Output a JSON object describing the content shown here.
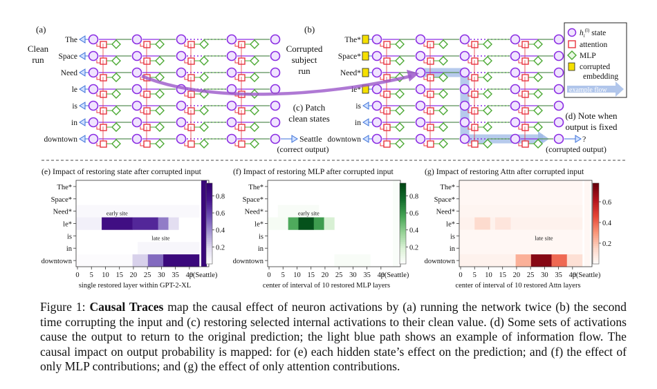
{
  "diagram": {
    "panel_a": {
      "label": "(a)",
      "title_line1": "Clean",
      "title_line2": "run",
      "output_text": "Seattle",
      "output_note": "(correct output)"
    },
    "panel_b": {
      "label": "(b)",
      "title_line1": "Corrupted",
      "title_line2": "subject",
      "title_line3": "run",
      "output_text": "?",
      "output_note": "(corrupted output)"
    },
    "panel_c": {
      "line1": "(c) Patch",
      "line2": "clean states"
    },
    "panel_d": {
      "line1": "(d) Note when",
      "line2": "output is fixed"
    },
    "clean_tokens": [
      "The",
      "Space",
      "Need",
      "le",
      "is",
      "in",
      "downtown"
    ],
    "corrupt_tokens": [
      "The*",
      "Space*",
      "Need*",
      "le*",
      "is",
      "in",
      "downtown"
    ],
    "legend": {
      "state": "state",
      "state_symbol": "h",
      "state_sub": "i",
      "state_sup": "(l)",
      "attention": "attention",
      "mlp": "MLP",
      "corrupted_line1": "corrupted",
      "corrupted_line2": "embedding",
      "flow": "example flow"
    },
    "colors": {
      "state": "#8a2be2",
      "state_fill": "#f0e4ff",
      "attention": "#e8333f",
      "mlp": "#4aa832",
      "corrupted": "#f5e000",
      "flow": "#9db8e6",
      "patch_arrow": "#9b57c9",
      "token_arrow": "#3a6fd8"
    }
  },
  "chart_data": [
    {
      "type": "heatmap",
      "title": "(e) Impact of restoring state after corrupted input",
      "xlabel": "single restored layer within GPT-2-XL",
      "rows": [
        "The*",
        "Space*",
        "Need*",
        "le*",
        "is",
        "in",
        "downtown"
      ],
      "xticks": [
        "0",
        "5",
        "10",
        "15",
        "20",
        "25",
        "30",
        "35",
        "40"
      ],
      "xticks_extra": "p(Seattle)",
      "colorbar_ticks": [
        "0.8",
        "0.6",
        "0.4",
        "0.2"
      ],
      "colorbar_values": [
        0.8,
        0.6,
        0.4,
        0.2
      ],
      "range": [
        0,
        0.95
      ],
      "annotations": [
        {
          "text": "early site",
          "row": 3,
          "col": 16
        },
        {
          "text": "late site",
          "row": 5,
          "col": 33
        }
      ],
      "colormap": "purples",
      "blocks": [
        {
          "row": 2,
          "from": 0,
          "to": 48,
          "value": 0.04
        },
        {
          "row": 3,
          "from": 0,
          "to": 10,
          "value": 0.08
        },
        {
          "row": 3,
          "from": 10,
          "to": 22,
          "value": 0.82
        },
        {
          "row": 3,
          "from": 22,
          "to": 32,
          "value": 0.7
        },
        {
          "row": 3,
          "from": 32,
          "to": 36,
          "value": 0.45
        },
        {
          "row": 3,
          "from": 36,
          "to": 40,
          "value": 0.18
        },
        {
          "row": 5,
          "from": 24,
          "to": 48,
          "value": 0.05
        },
        {
          "row": 6,
          "from": 0,
          "to": 22,
          "value": 0.02
        },
        {
          "row": 6,
          "from": 22,
          "to": 28,
          "value": 0.22
        },
        {
          "row": 6,
          "from": 28,
          "to": 34,
          "value": 0.5
        },
        {
          "row": 6,
          "from": 34,
          "to": 48,
          "value": 0.86
        }
      ],
      "last_col_value": 0.88
    },
    {
      "type": "heatmap",
      "title": "(f) Impact of restoring MLP after corrupted input",
      "xlabel": "center of interval of 10 restored MLP layers",
      "rows": [
        "The*",
        "Space*",
        "Need*",
        "le*",
        "is",
        "in",
        "downtown"
      ],
      "xticks": [
        "0",
        "5",
        "10",
        "15",
        "20",
        "25",
        "30",
        "35",
        "40"
      ],
      "xticks_extra": "p(Seattle)",
      "colorbar_ticks": [
        "0.8",
        "0.6",
        "0.4",
        "0.2"
      ],
      "colorbar_values": [
        0.8,
        0.6,
        0.4,
        0.2
      ],
      "range": [
        0,
        0.95
      ],
      "annotations": [
        {
          "text": "early site",
          "row": 3,
          "col": 16
        }
      ],
      "colormap": "greens",
      "blocks": [
        {
          "row": 2,
          "from": 4,
          "to": 20,
          "value": 0.04
        },
        {
          "row": 3,
          "from": 0,
          "to": 8,
          "value": 0.05
        },
        {
          "row": 3,
          "from": 8,
          "to": 12,
          "value": 0.55
        },
        {
          "row": 3,
          "from": 12,
          "to": 18,
          "value": 0.9
        },
        {
          "row": 3,
          "from": 18,
          "to": 22,
          "value": 0.6
        },
        {
          "row": 3,
          "from": 22,
          "to": 26,
          "value": 0.2
        },
        {
          "row": 6,
          "from": 26,
          "to": 40,
          "value": 0.04
        }
      ],
      "last_col_value": 0.03
    },
    {
      "type": "heatmap",
      "title": "(g) Impact of restoring Attn after corrupted input",
      "xlabel": "center of interval of 10 restored Attn layers",
      "rows": [
        "The*",
        "Space*",
        "Need*",
        "le*",
        "is",
        "in",
        "downtown"
      ],
      "xticks": [
        "0",
        "5",
        "10",
        "15",
        "20",
        "25",
        "30",
        "35",
        "40"
      ],
      "xticks_extra": "p(Seattle)",
      "colorbar_ticks": [
        "0.6",
        "0.4",
        "0.2"
      ],
      "colorbar_values": [
        0.6,
        0.4,
        0.2
      ],
      "range": [
        0,
        0.78
      ],
      "annotations": [
        {
          "text": "late site",
          "row": 5,
          "col": 33
        }
      ],
      "colormap": "reds",
      "blocks": [
        {
          "row": 0,
          "from": 0,
          "to": 48,
          "value": 0.03
        },
        {
          "row": 1,
          "from": 0,
          "to": 48,
          "value": 0.03
        },
        {
          "row": 2,
          "from": 0,
          "to": 48,
          "value": 0.04
        },
        {
          "row": 3,
          "from": 0,
          "to": 48,
          "value": 0.05
        },
        {
          "row": 3,
          "from": 6,
          "to": 12,
          "value": 0.14
        },
        {
          "row": 3,
          "from": 14,
          "to": 20,
          "value": 0.1
        },
        {
          "row": 4,
          "from": 0,
          "to": 48,
          "value": 0.03
        },
        {
          "row": 5,
          "from": 0,
          "to": 48,
          "value": 0.03
        },
        {
          "row": 6,
          "from": 0,
          "to": 22,
          "value": 0.05
        },
        {
          "row": 6,
          "from": 22,
          "to": 28,
          "value": 0.25
        },
        {
          "row": 6,
          "from": 28,
          "to": 36,
          "value": 0.72
        },
        {
          "row": 6,
          "from": 36,
          "to": 42,
          "value": 0.4
        },
        {
          "row": 6,
          "from": 42,
          "to": 48,
          "value": 0.12
        }
      ],
      "last_col_value": 0.03
    }
  ],
  "caption": {
    "figure_label": "Figure 1: ",
    "bold_term": "Causal Traces",
    "text": " map the causal effect of neuron activations by (a) running the network twice (b) the second time corrupting the input and (c) restoring selected internal activations to their clean value. (d) Some sets of activations cause the output to return to the original prediction; the light blue path shows an example of information flow. The causal impact on output probability is mapped: for (e) each hidden state’s effect on the prediction; and (f) the effect of only MLP contributions; and (g) the effect of only attention contributions."
  }
}
